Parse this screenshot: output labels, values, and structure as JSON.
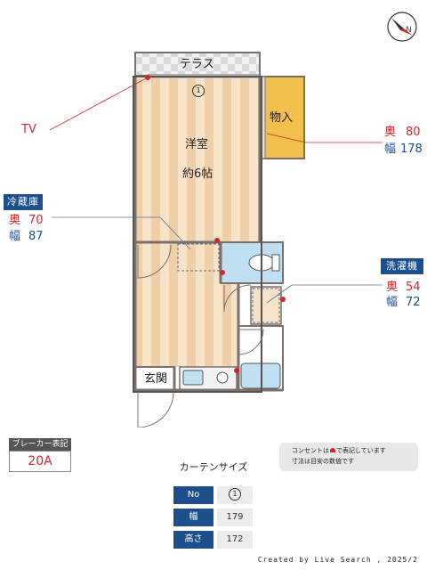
{
  "rooms": {
    "terrace": "テラス",
    "storage": "物入",
    "western_room": "洋室",
    "western_room_size": "約6帖",
    "entrance": "玄関"
  },
  "window_marker": "1",
  "tv_label": "TV",
  "storage_dims": {
    "depth_label": "奥",
    "depth": "80",
    "width_label": "幅",
    "width": "178"
  },
  "fridge": {
    "tag": "冷蔵庫",
    "depth_label": "奥",
    "depth": "70",
    "width_label": "幅",
    "width": "87"
  },
  "washer": {
    "tag": "洗濯機",
    "depth_label": "奥",
    "depth": "54",
    "width_label": "幅",
    "width": "72"
  },
  "breaker": {
    "title": "ブレーカー表記",
    "value": "20A"
  },
  "note": {
    "line1_before": "コンセントは",
    "line1_after": "で表記しています",
    "line2": "寸法は目安の数値です"
  },
  "curtain": {
    "title": "カーテンサイズ",
    "header_no": "No",
    "header_width": "幅",
    "header_height": "高さ",
    "no": "1",
    "width": "179",
    "height": "172"
  },
  "credit": "Created by Live Search , 2025/2",
  "colors": {
    "accent_blue": "#1d4f8c",
    "outlet_red": "#d8232a",
    "floor_light": "#f6e3c8",
    "floor_dark": "#efcfa8",
    "storage_fill": "#f0bf4c",
    "bath_fill": "#bfe0f2",
    "wall": "#7a716c"
  },
  "icons": [
    "compass-icon",
    "outlet-icon",
    "door-swing-icon",
    "toilet-icon",
    "bathtub-icon",
    "sink-icon"
  ]
}
